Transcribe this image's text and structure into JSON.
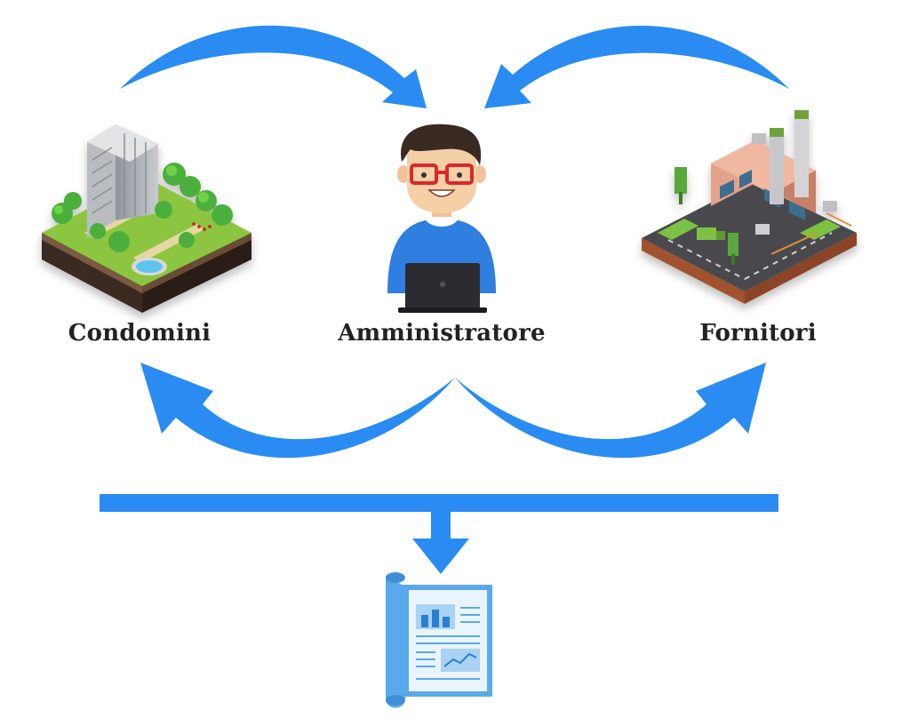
{
  "nodes": {
    "condomini": {
      "label": "Condomini",
      "icon": "isometric-condominium-block-icon"
    },
    "amministratore": {
      "label": "Amministratore",
      "icon": "administrator-at-laptop-icon"
    },
    "fornitori": {
      "label": "Fornitori",
      "icon": "isometric-factory-icon"
    },
    "report": {
      "icon": "report-document-scroll-icon"
    }
  },
  "colors": {
    "arrow": "#2a8cf2",
    "report_blue": "#5aa9ea",
    "label_text": "#222222"
  }
}
